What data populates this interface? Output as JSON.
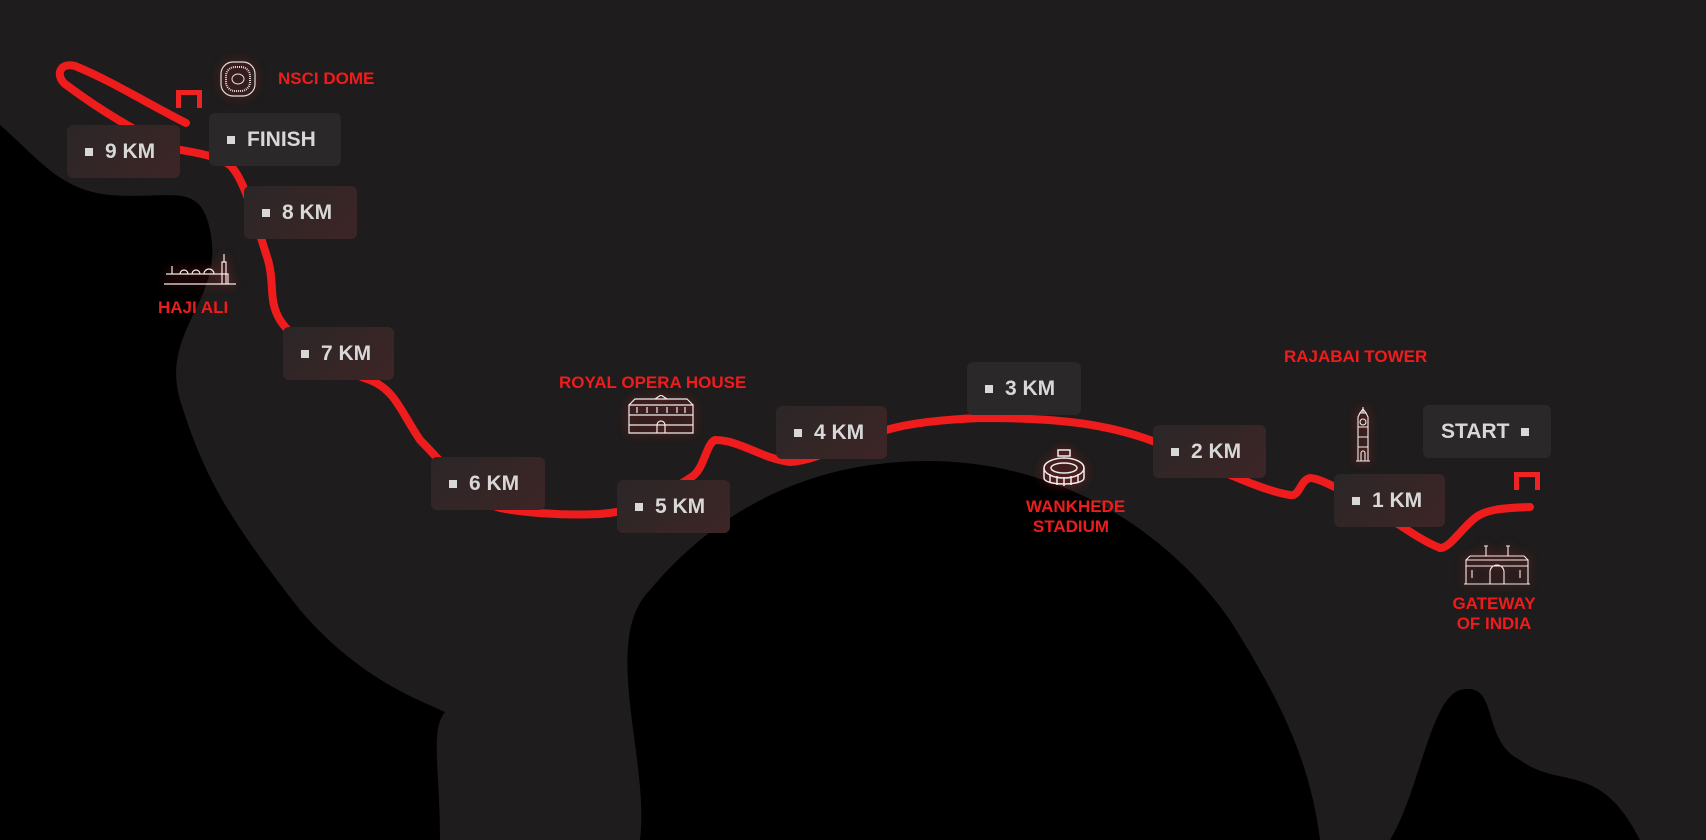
{
  "route_color": "#ee1c1c",
  "background_color": "#1e1c1c",
  "land_color": "#000000",
  "markers": {
    "start": "START",
    "km1": "1 KM",
    "km2": "2 KM",
    "km3": "3 KM",
    "km4": "4 KM",
    "km5": "5 KM",
    "km6": "6 KM",
    "km7": "7 KM",
    "km8": "8 KM",
    "km9": "9 KM",
    "finish": "FINISH"
  },
  "landmarks": {
    "nsci": "NSCI DOME",
    "haji_ali": "HAJI ALI",
    "opera": "ROYAL OPERA HOUSE",
    "wankhede_1": "WANKHEDE",
    "wankhede_2": "STADIUM",
    "rajabai": "RAJABAI TOWER",
    "gateway_1": "GATEWAY",
    "gateway_2": "OF INDIA"
  }
}
